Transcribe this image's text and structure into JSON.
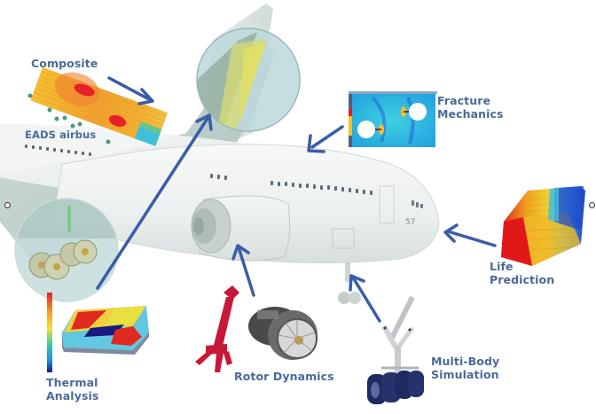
{
  "diagram": {
    "subject": "Aircraft structural simulation applications",
    "aircraft_marking": "57",
    "labels": {
      "composite": "Composite",
      "eads": "EADS airbus",
      "fracture_line1": "Fracture",
      "fracture_line2": "Mechanics",
      "life_line1": "Life",
      "life_line2": "Prediction",
      "multibody_line1": "Multi-Body",
      "multibody_line2": "Simulation",
      "rotor": "Rotor Dynamics",
      "thermal_line1": "Thermal",
      "thermal_line2": "Analysis"
    },
    "colors": {
      "label_text": "#4a6a9a",
      "arrow": "#3a5da8",
      "fuselage": "#eef2ee",
      "wing": "#b9cdc9",
      "fem_red": "#e02020",
      "fem_orange": "#f0a030",
      "fem_yellow": "#f0e040",
      "fem_cyan": "#30c0e0",
      "fem_blue": "#2040c0",
      "fem_navy": "#1a1a70"
    }
  }
}
